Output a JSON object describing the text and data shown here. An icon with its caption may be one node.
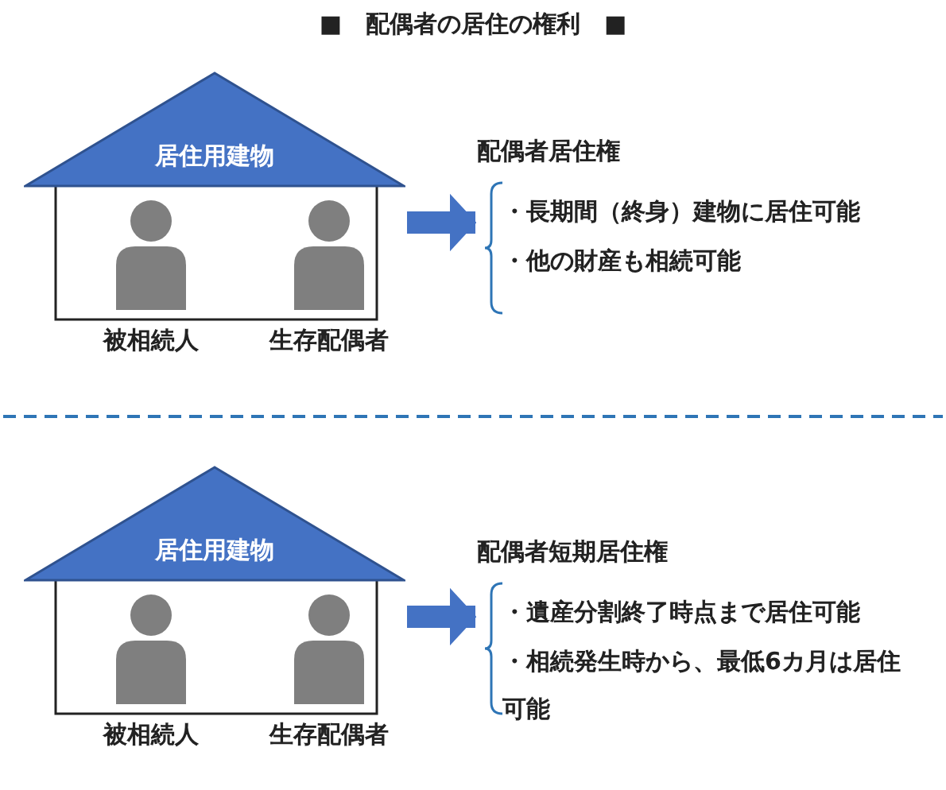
{
  "diagram": {
    "title": "■　配偶者の居住の権利　■",
    "nodes": [
      {
        "text": [
          "居住用建物"
        ]
      },
      {
        "text": [],
        "shape": "person",
        "in": 0,
        "beside": [
          "被相続人"
        ]
      },
      {
        "text": [],
        "shape": "person",
        "in": 0,
        "beside": [
          "生存配偶者"
        ]
      },
      {
        "text": [
          "配偶者居住権",
          "・長期間（終身）建物に居住可能",
          "・他の財産も相続可能"
        ]
      },
      {
        "text": [
          "居住用建物"
        ]
      },
      {
        "text": [],
        "shape": "person",
        "in": 4,
        "beside": [
          "被相続人"
        ]
      },
      {
        "text": [],
        "shape": "person",
        "in": 4,
        "beside": [
          "生存配偶者"
        ]
      },
      {
        "text": [
          "配偶者短期居住権",
          "・遺産分割終了時点まで居住可能",
          "・相続発生時から、最低6カ月は居住可能"
        ]
      }
    ],
    "edges": [
      {
        "from": 0,
        "to": 3,
        "arrow": "to"
      },
      {
        "from": 4,
        "to": 7,
        "arrow": "to"
      }
    ]
  }
}
